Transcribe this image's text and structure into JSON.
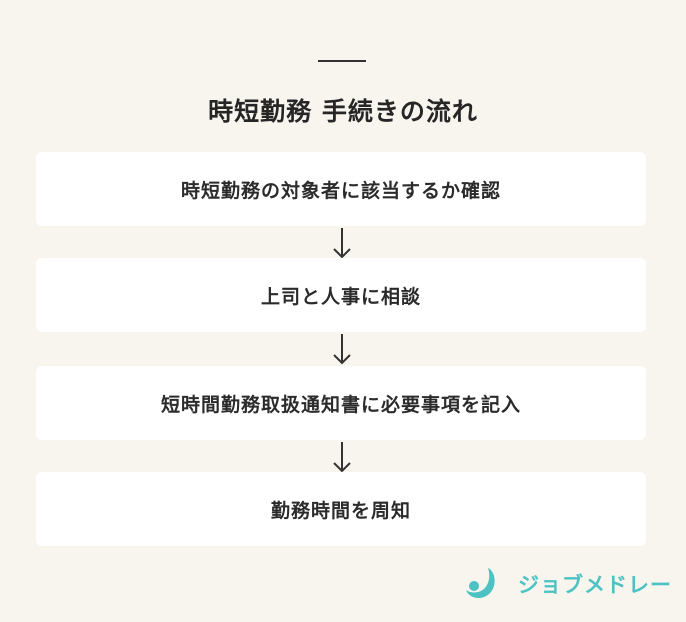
{
  "title": "時短勤務 手続きの流れ",
  "steps": [
    {
      "label": "時短勤務の対象者に該当するか確認"
    },
    {
      "label": "上司と人事に相談"
    },
    {
      "label": "短時間勤務取扱通知書に必要事項を記入"
    },
    {
      "label": "勤務時間を周知"
    }
  ],
  "brand": {
    "name": "ジョブメドレー",
    "color": "#4cc2c2"
  },
  "colors": {
    "background": "#f8f5ef",
    "card": "#ffffff",
    "text": "#2b2b2b",
    "arrow": "#333333"
  },
  "icons": {
    "arrow": "arrow-down-icon",
    "logo": "jobmedley-logo-icon"
  }
}
